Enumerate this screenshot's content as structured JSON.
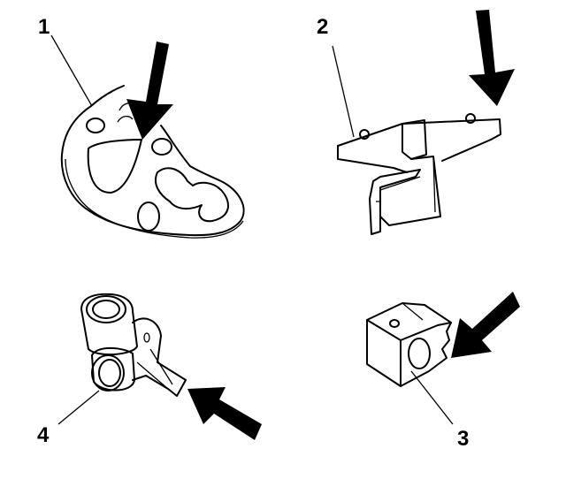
{
  "diagram": {
    "callouts": [
      {
        "id": "1",
        "label": "1"
      },
      {
        "id": "2",
        "label": "2"
      },
      {
        "id": "3",
        "label": "3"
      },
      {
        "id": "4",
        "label": "4"
      }
    ],
    "colors": {
      "line": "#000000",
      "background": "#ffffff"
    }
  }
}
